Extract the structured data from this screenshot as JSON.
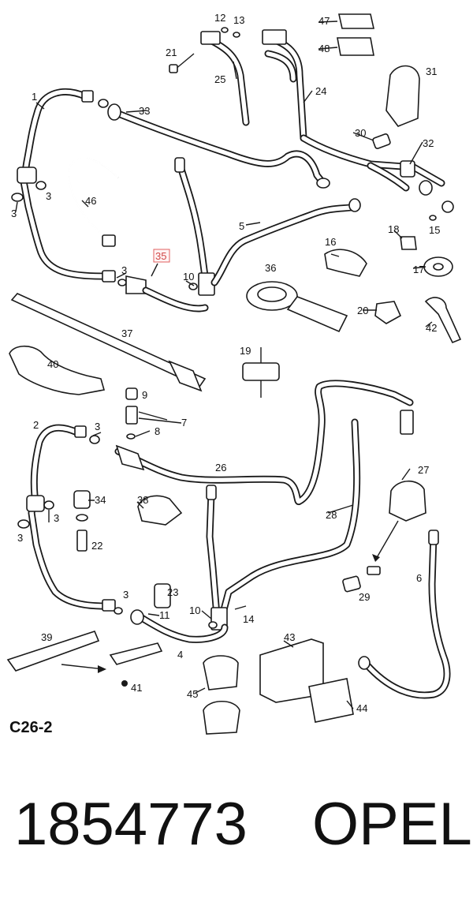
{
  "diagram": {
    "section_code": "C26-2",
    "part_number": "1854773",
    "brand": "OPEL",
    "highlighted_callout": "35",
    "highlight_color": "#e06060"
  },
  "callouts": [
    {
      "id": "c1",
      "text": "1"
    },
    {
      "id": "c2",
      "text": "2"
    },
    {
      "id": "c3a",
      "text": "3"
    },
    {
      "id": "c3b",
      "text": "3"
    },
    {
      "id": "c3c",
      "text": "3"
    },
    {
      "id": "c3d",
      "text": "3"
    },
    {
      "id": "c3e",
      "text": "3"
    },
    {
      "id": "c3f",
      "text": "3"
    },
    {
      "id": "c3g",
      "text": "3"
    },
    {
      "id": "c4",
      "text": "4"
    },
    {
      "id": "c5",
      "text": "5"
    },
    {
      "id": "c6",
      "text": "6"
    },
    {
      "id": "c7",
      "text": "7"
    },
    {
      "id": "c8",
      "text": "8"
    },
    {
      "id": "c9",
      "text": "9"
    },
    {
      "id": "c10a",
      "text": "10"
    },
    {
      "id": "c10b",
      "text": "10"
    },
    {
      "id": "c11",
      "text": "11"
    },
    {
      "id": "c12",
      "text": "12"
    },
    {
      "id": "c13",
      "text": "13"
    },
    {
      "id": "c14",
      "text": "14"
    },
    {
      "id": "c15",
      "text": "15"
    },
    {
      "id": "c16",
      "text": "16"
    },
    {
      "id": "c17",
      "text": "17"
    },
    {
      "id": "c18",
      "text": "18"
    },
    {
      "id": "c19",
      "text": "19"
    },
    {
      "id": "c20",
      "text": "20"
    },
    {
      "id": "c21",
      "text": "21"
    },
    {
      "id": "c22",
      "text": "22"
    },
    {
      "id": "c23",
      "text": "23"
    },
    {
      "id": "c24",
      "text": "24"
    },
    {
      "id": "c25",
      "text": "25"
    },
    {
      "id": "c26",
      "text": "26"
    },
    {
      "id": "c27",
      "text": "27"
    },
    {
      "id": "c28",
      "text": "28"
    },
    {
      "id": "c29",
      "text": "29"
    },
    {
      "id": "c30",
      "text": "30"
    },
    {
      "id": "c31",
      "text": "31"
    },
    {
      "id": "c32",
      "text": "32"
    },
    {
      "id": "c33",
      "text": "33"
    },
    {
      "id": "c34",
      "text": "34"
    },
    {
      "id": "c36",
      "text": "36"
    },
    {
      "id": "c37",
      "text": "37"
    },
    {
      "id": "c38",
      "text": "38"
    },
    {
      "id": "c39",
      "text": "39"
    },
    {
      "id": "c40",
      "text": "40"
    },
    {
      "id": "c41",
      "text": "41"
    },
    {
      "id": "c42",
      "text": "42"
    },
    {
      "id": "c43",
      "text": "43"
    },
    {
      "id": "c44",
      "text": "44"
    },
    {
      "id": "c45",
      "text": "45"
    },
    {
      "id": "c46",
      "text": "46"
    },
    {
      "id": "c47",
      "text": "47"
    },
    {
      "id": "c48",
      "text": "48"
    }
  ]
}
